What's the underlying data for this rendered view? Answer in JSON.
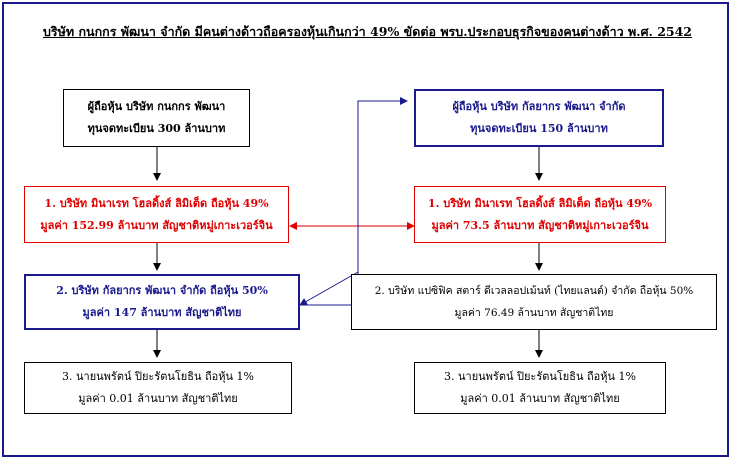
{
  "title": "บริษัท กนกกร พัฒนา จำกัด มีคนต่างด้าวถือครองหุ้นเกินกว่า 49% ขัดต่อ พรบ.ประกอบธุรกิจของคนต่างด้าว พ.ศ. 2542",
  "left_chain": {
    "top": {
      "line1": "ผู้ถือหุ้น บริษัท กนกกร พัฒนา",
      "line2": "ทุนจดทะเบียน 300 ล้านบาท"
    },
    "level1": {
      "line1": "1. บริษัท มินาเรท โฮลดิ้งส์ ลิมิเต็ด ถือหุ้น  49%",
      "line2": "มูลค่า 152.99 ล้านบาท สัญชาติหมู่เกาะเวอร์จิน"
    },
    "level2": {
      "line1": "2. บริษัท กัลยากร พัฒนา จำกัด       ถือหุ้น 50%",
      "line2": "มูลค่า 147 ล้านบาท สัญชาติไทย"
    },
    "level3": {
      "line1": "3. นายนพรัตน์ ปิยะรัตนโยธิน         ถือหุ้น  1%",
      "line2": "มูลค่า 0.01 ล้านบาท สัญชาติไทย"
    }
  },
  "right_chain": {
    "top": {
      "line1": "ผู้ถือหุ้น บริษัท กัลยากร พัฒนา จำกัด",
      "line2": "ทุนจดทะเบียน 150 ล้านบาท"
    },
    "level1": {
      "line1": "1. บริษัท มินาเรท โฮลดิ้งส์ ลิมิเต็ด ถือหุ้น  49%",
      "line2": "มูลค่า 73.5 ล้านบาท สัญชาติหมู่เกาะเวอร์จิน"
    },
    "level2": {
      "line1": "2. บริษัท แปซิฟิค สตาร์ ดีเวลลอปเม้นท์ (ไทยแลนด์) จำกัด ถือหุ้น 50%",
      "line2": "มูลค่า 76.49 ล้านบาท สัญชาติไทย"
    },
    "level3": {
      "line1": "3. นายนพรัตน์ ปิยะรัตนโยธิน         ถือหุ้น  1%",
      "line2": "มูลค่า 0.01 ล้านบาท สัญชาติไทย"
    }
  },
  "colors": {
    "frame": "#1a1a8c",
    "red": "#e00000",
    "blue": "#1a1a8c",
    "black": "#000000"
  }
}
